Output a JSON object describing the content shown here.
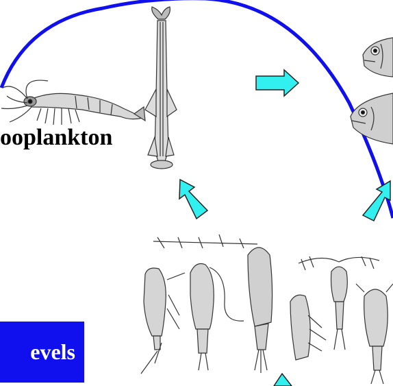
{
  "labels": {
    "zooplankton": "ooplankton",
    "levels": "evels"
  },
  "colors": {
    "curve": "#1010ee",
    "arrow_fill": "#33f0f0",
    "box": "#1010ee",
    "box_text": "#ffffff"
  },
  "icons": [
    "mysid-shrimp",
    "arrow-worm",
    "fish",
    "copepod"
  ]
}
